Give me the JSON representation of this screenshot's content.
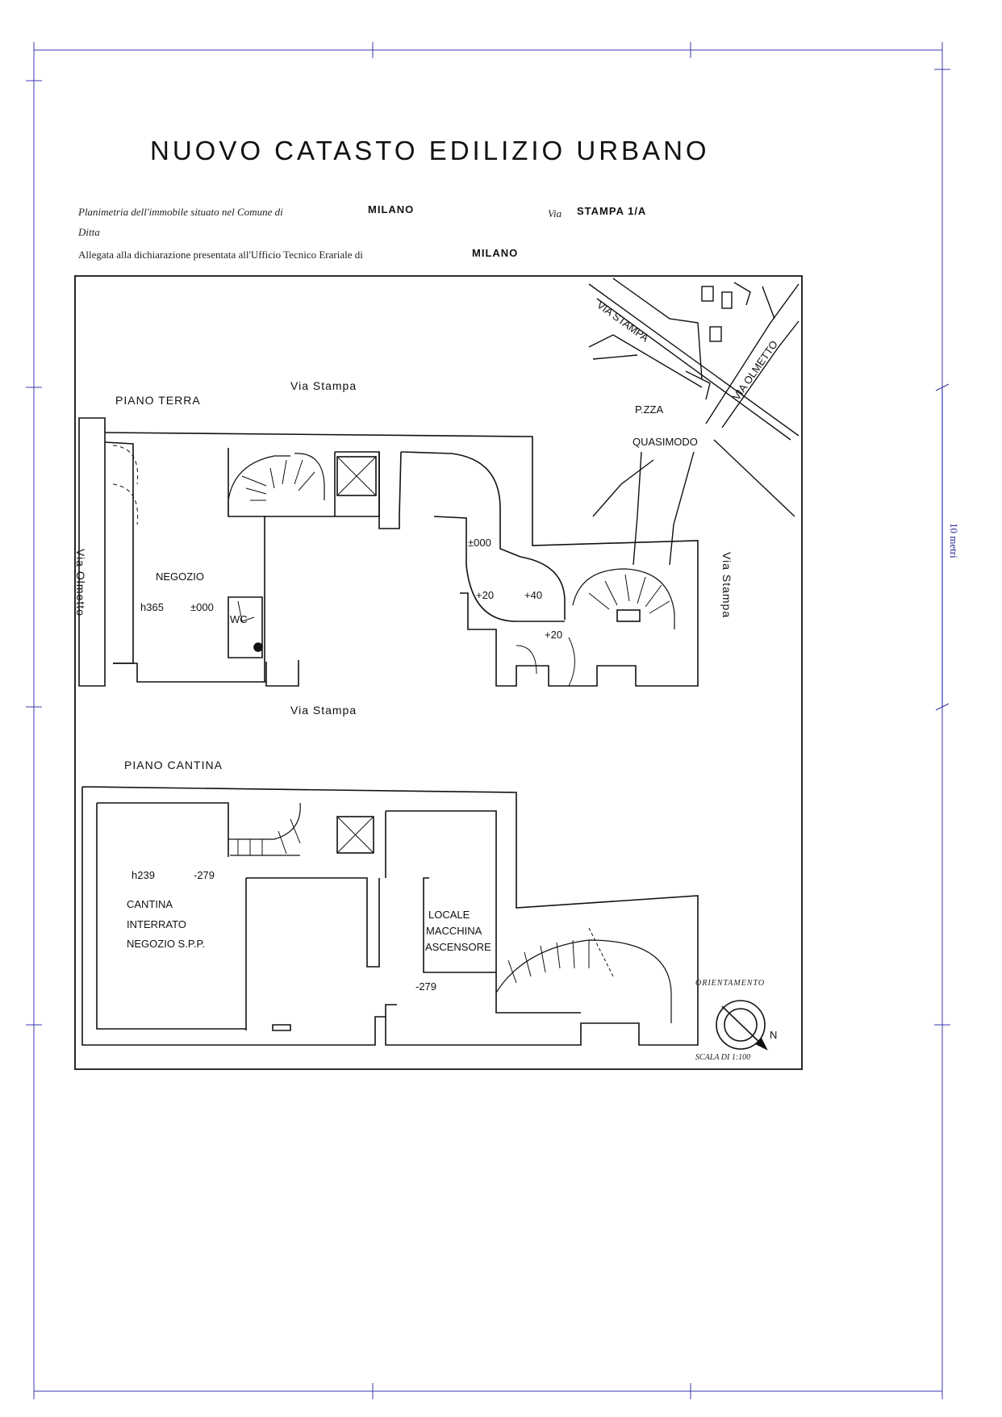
{
  "header": {
    "title": "NUOVO CATASTO EDILIZIO URBANO",
    "line1_prefix": "Planimetria dell'immobile situato nel Comune di",
    "comune": "MILANO",
    "via_prefix": "Via",
    "via_value": "STAMPA 1/A",
    "ditta_label": "Ditta",
    "line3_prefix": "Allegata alla dichiarazione presentata all'Ufficio Tecnico Erariale di",
    "ufficio": "MILANO"
  },
  "scale_bar": {
    "label": "10 metri"
  },
  "location_map": {
    "street_1": "VIA STAMPA",
    "street_2": "VIA OLMETTO",
    "square_1": "P.ZZA",
    "square_2": "QUASIMODO"
  },
  "piano_terra": {
    "title": "PIANO TERRA",
    "street_top": "Via Stampa",
    "street_bottom": "Via Stampa",
    "street_left": "Via Olmetto",
    "street_right": "Via Stampa",
    "room_name": "NEGOZIO",
    "height": "h365",
    "level_main": "±000",
    "wc": "WC",
    "level_corridor": "±000",
    "level_a": "+20",
    "level_b": "+40",
    "level_c": "+20"
  },
  "piano_cantina": {
    "title": "PIANO CANTINA",
    "height": "h239",
    "level_1": "-279",
    "room_line1": "CANTINA",
    "room_line2": "INTERRATO",
    "room_line3": "NEGOZIO S.P.P.",
    "machine_line1": "LOCALE",
    "machine_line2": "MACCHINA",
    "machine_line3": "ASCENSORE",
    "level_2": "-279"
  },
  "orientation": {
    "label": "ORIENTAMENTO",
    "north": "N",
    "scale": "SCALA DI 1:100"
  }
}
